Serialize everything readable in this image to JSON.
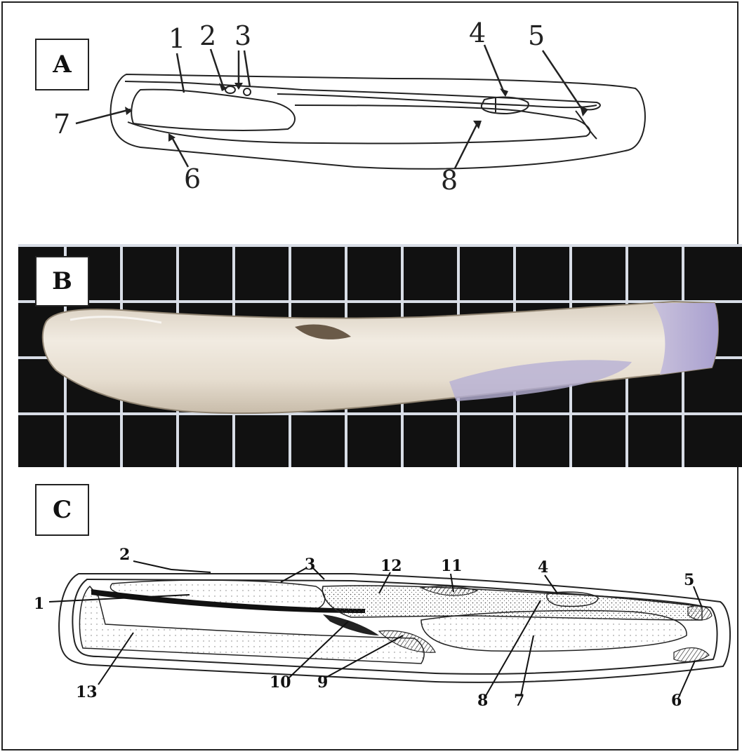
{
  "panels": {
    "a": {
      "label": "A",
      "callouts": [
        "1",
        "2",
        "3",
        "4",
        "5",
        "6",
        "7",
        "8"
      ]
    },
    "b": {
      "label": "B"
    },
    "c": {
      "label": "C",
      "callouts": [
        "1",
        "2",
        "3",
        "4",
        "5",
        "6",
        "7",
        "8",
        "9",
        "10",
        "11",
        "12",
        "13"
      ]
    }
  },
  "colors": {
    "line": "#222222",
    "grid_background": "#111111",
    "grid_line": "#d8dde6",
    "shell_tissue": "#e9e2d6",
    "siphon_violet": "#b9b2d6"
  }
}
